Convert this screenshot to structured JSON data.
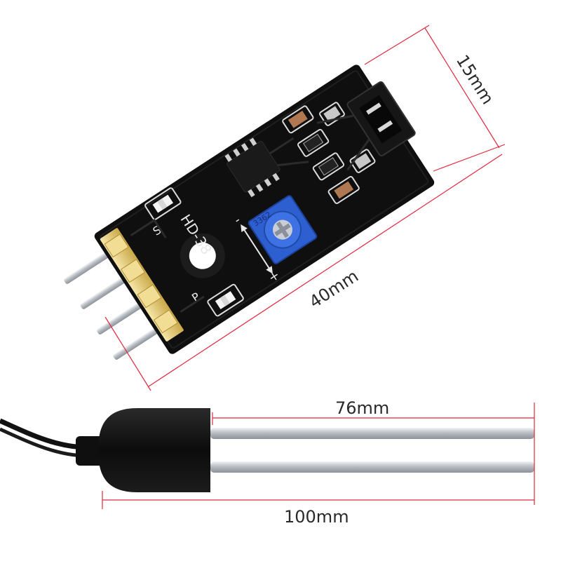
{
  "image": {
    "subject": "soil moisture sensor module with probe",
    "colors": {
      "background": "#ffffff",
      "dimension_line": "#e0283c",
      "pcb": "#111111",
      "trace": "#2a2a2a",
      "potentiometer": "#2d5fd0",
      "header_pins": "#e6cc80",
      "probe_metal": "#c8ccd0",
      "probe_head": "#121212"
    }
  },
  "module": {
    "model_label": "HD-38",
    "pin_labels": {
      "s": "S",
      "p": "P"
    },
    "pot_label": "3362",
    "pot_sign_minus": "-",
    "pot_sign_plus": "+"
  },
  "dimensions": {
    "module_width": "15mm",
    "module_length": "40mm",
    "probe_prong_length": "76mm",
    "probe_total_length": "100mm"
  }
}
